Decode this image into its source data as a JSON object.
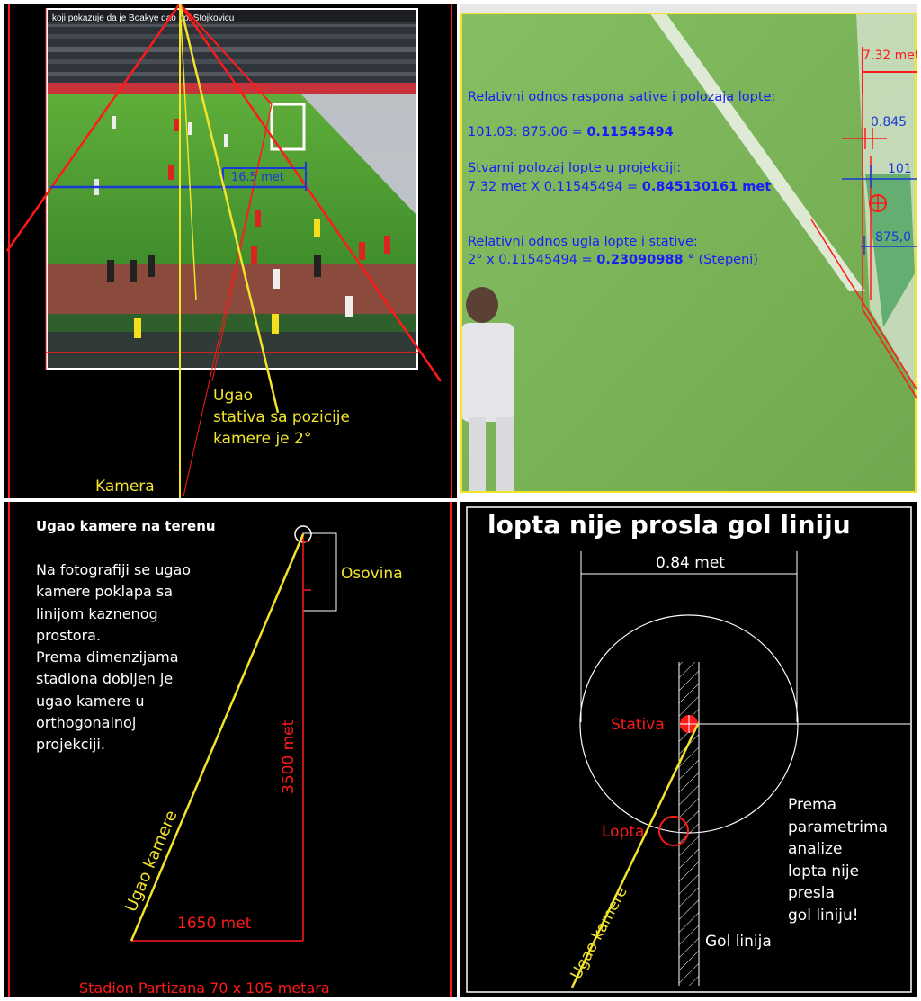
{
  "panel1": {
    "video_caption": "koji pokazuje da je Boakye dao gol Stojkovicu",
    "distance_label": "16.5 met",
    "angle_text_line1": "Ugao",
    "angle_text_line2": "stativa sa pozicije",
    "angle_text_line3": "kamere je 2°",
    "camera_label": "Kamera",
    "colors": {
      "red": "#ff1a1a",
      "yellow": "#f2e32b",
      "blue": "#1a3ad6"
    }
  },
  "panel2": {
    "line1": "Relativni odnos raspona sative i polozaja lopte:",
    "calc1_prefix": "101.03: 875.06 = ",
    "calc1_result": "0.11545494",
    "line3": "Stvarni polozaj lopte u projekciji:",
    "calc2_prefix": "7.32 met X 0.11545494 = ",
    "calc2_result": "0.845130161 met",
    "line5": "Relativni odnos ugla lopte i stative:",
    "calc3_prefix": "2° x 0.11545494 = ",
    "calc3_result": "0.23090988 °",
    "calc3_suffix": " (Stepeni)",
    "dim_goal_width": "7.32 met",
    "dim_ball_offset": "0.845",
    "dim_101": "101",
    "dim_875": "875,0"
  },
  "panel3": {
    "title": "Ugao kamere na terenu",
    "description": "Na fotografiji se ugao\nkamere poklapa sa\nlinijom kaznenog\nprostora.\nPrema dimenzijama\nstadiona dobijen je\nugao kamere u\northogonalnoj\nprojekciji.",
    "axis_label": "Osovina",
    "vertical_dim": "3500 met",
    "horizontal_dim": "1650 met",
    "angle_label": "Ugao kamere",
    "stadium_label": "Stadion Partizana 70 x 105 metara"
  },
  "panel4": {
    "title": "lopta nije prosla gol liniju",
    "width_dim": "0.84 met",
    "post_label": "Stativa",
    "ball_label": "Lopta",
    "conclusion": "Prema\nparametrima\nanalize\nlopta nije\npresla\ngol liniju!",
    "goal_line_label": "Gol linija",
    "angle_label": "Ugao kamere"
  }
}
